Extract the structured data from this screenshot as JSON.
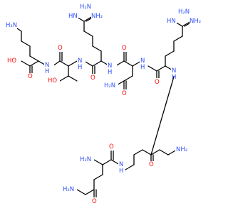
{
  "structure": {
    "name": "",
    "atom_labels": {
      "nh2": "NH₂",
      "h2n": "H₂N",
      "nh": "NH",
      "hn": "HN",
      "h": "H",
      "n": "N",
      "o": "O",
      "oh": "OH",
      "ho": "HO"
    },
    "colors": {
      "carbon": "#000000",
      "nitrogen": "#3050F8",
      "oxygen": "#FF0D0D",
      "background": "#ffffff"
    }
  }
}
